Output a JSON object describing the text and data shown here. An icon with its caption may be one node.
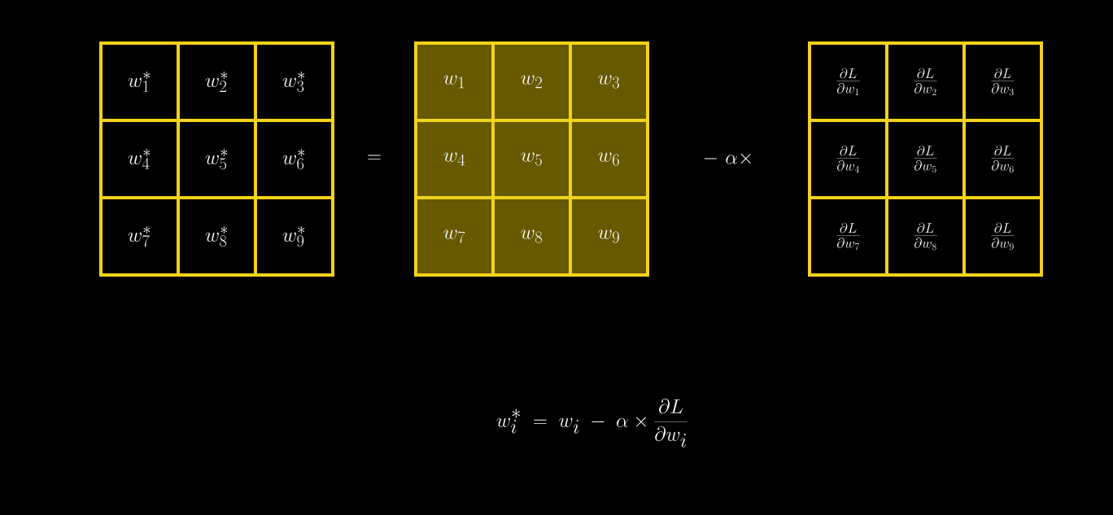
{
  "diagram": {
    "nodes": [
      {
        "text": [
          "w_1^*"
        ]
      },
      {
        "text": [
          "w_2^*"
        ]
      },
      {
        "text": [
          "w_3^*"
        ]
      },
      {
        "text": [
          "w_4^*"
        ]
      },
      {
        "text": [
          "w_5^*"
        ]
      },
      {
        "text": [
          "w_6^*"
        ]
      },
      {
        "text": [
          "w_7^*"
        ]
      },
      {
        "text": [
          "w_8^*"
        ]
      },
      {
        "text": [
          "w_9^*"
        ]
      },
      {
        "text": [
          "w_1"
        ]
      },
      {
        "text": [
          "w_2"
        ]
      },
      {
        "text": [
          "w_3"
        ]
      },
      {
        "text": [
          "w_4"
        ]
      },
      {
        "text": [
          "w_5"
        ]
      },
      {
        "text": [
          "w_6"
        ]
      },
      {
        "text": [
          "w_7"
        ]
      },
      {
        "text": [
          "w_8"
        ]
      },
      {
        "text": [
          "w_9"
        ]
      },
      {
        "text": [
          "\\frac{\\partial L}{\\partial w_1}"
        ]
      },
      {
        "text": [
          "\\frac{\\partial L}{\\partial w_2}"
        ]
      },
      {
        "text": [
          "\\frac{\\partial L}{\\partial w_3}"
        ]
      },
      {
        "text": [
          "\\frac{\\partial L}{\\partial w_4}"
        ]
      },
      {
        "text": [
          "\\frac{\\partial L}{\\partial w_5}"
        ]
      },
      {
        "text": [
          "\\frac{\\partial L}{\\partial w_6}"
        ]
      },
      {
        "text": [
          "\\frac{\\partial L}{\\partial w_7}"
        ]
      },
      {
        "text": [
          "\\frac{\\partial L}{\\partial w_8}"
        ]
      },
      {
        "text": [
          "\\frac{\\partial L}{\\partial w_9}"
        ]
      }
    ],
    "labels": [
      "=",
      "-\\ \\alpha\\times",
      "w_i^* \\;=\\; w_i \\;-\\; \\alpha \\times \\frac{\\partial L}{\\partial w_i}"
    ]
  }
}
